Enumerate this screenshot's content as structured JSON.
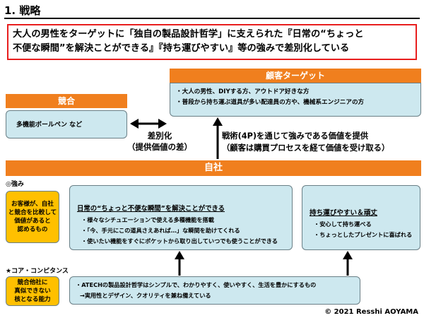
{
  "title": "1. 戦略",
  "headline": {
    "line1": "大人の男性をターゲットに「独自の製品設計哲学」に支えられた『日常の“ちょっと",
    "line2": "不便な瞬間”を解決ことができる』『持ち運びやすい』等の強みで差別化している"
  },
  "customer": {
    "label": "顧客ターゲット",
    "items": [
      "・大人の男性、DIYする方、アウトドア好きな方",
      "・普段から持ち運ぶ道具が多い配達員の方や、機械系エンジニアの方"
    ]
  },
  "competition": {
    "label": "競合",
    "content": "多機能ボールペン など"
  },
  "differentiation": {
    "line1": "差別化",
    "line2": "（提供価値の差）"
  },
  "tactics": {
    "line1": "戦術(4P)を通じて強みである価値を提供",
    "line2": "（顧客は購買プロセスを経て価値を受け取る）"
  },
  "company": {
    "label": "自社"
  },
  "strengths": {
    "section_label": "◎強み",
    "side_note": [
      "お客様が、自社",
      "と競合を比較して",
      "価値があると",
      "認めるもの"
    ],
    "box1": {
      "title": "日常の“ちょっと不便な瞬間”を解決ことができる",
      "items": [
        "・様々なシチュエーションで使える多種機能を搭載",
        "・「今、手元にこの道具さえあれば…」な瞬間を助けてくれる",
        "・使いたい機能をすぐにポケットから取り出していつでも使うことができる"
      ]
    },
    "box2": {
      "title": "持ち運びやすい＆頑丈",
      "items": [
        "・安心して持ち運べる",
        "・ちょっとしたプレゼントに喜ばれる"
      ]
    }
  },
  "core": {
    "section_label": "★コア・コンピタンス",
    "side_note": [
      "競合他社に",
      "真似できない",
      "核となる能力"
    ],
    "line1": "・ATECHの製品設計哲学はシンプルで、わかりやすく、使いやすく、生活を豊かにするもの",
    "line2": "→実用性とデザイン、クオリティを兼ね備えている"
  },
  "copyright": "© 2021 Resshi AOYAMA"
}
